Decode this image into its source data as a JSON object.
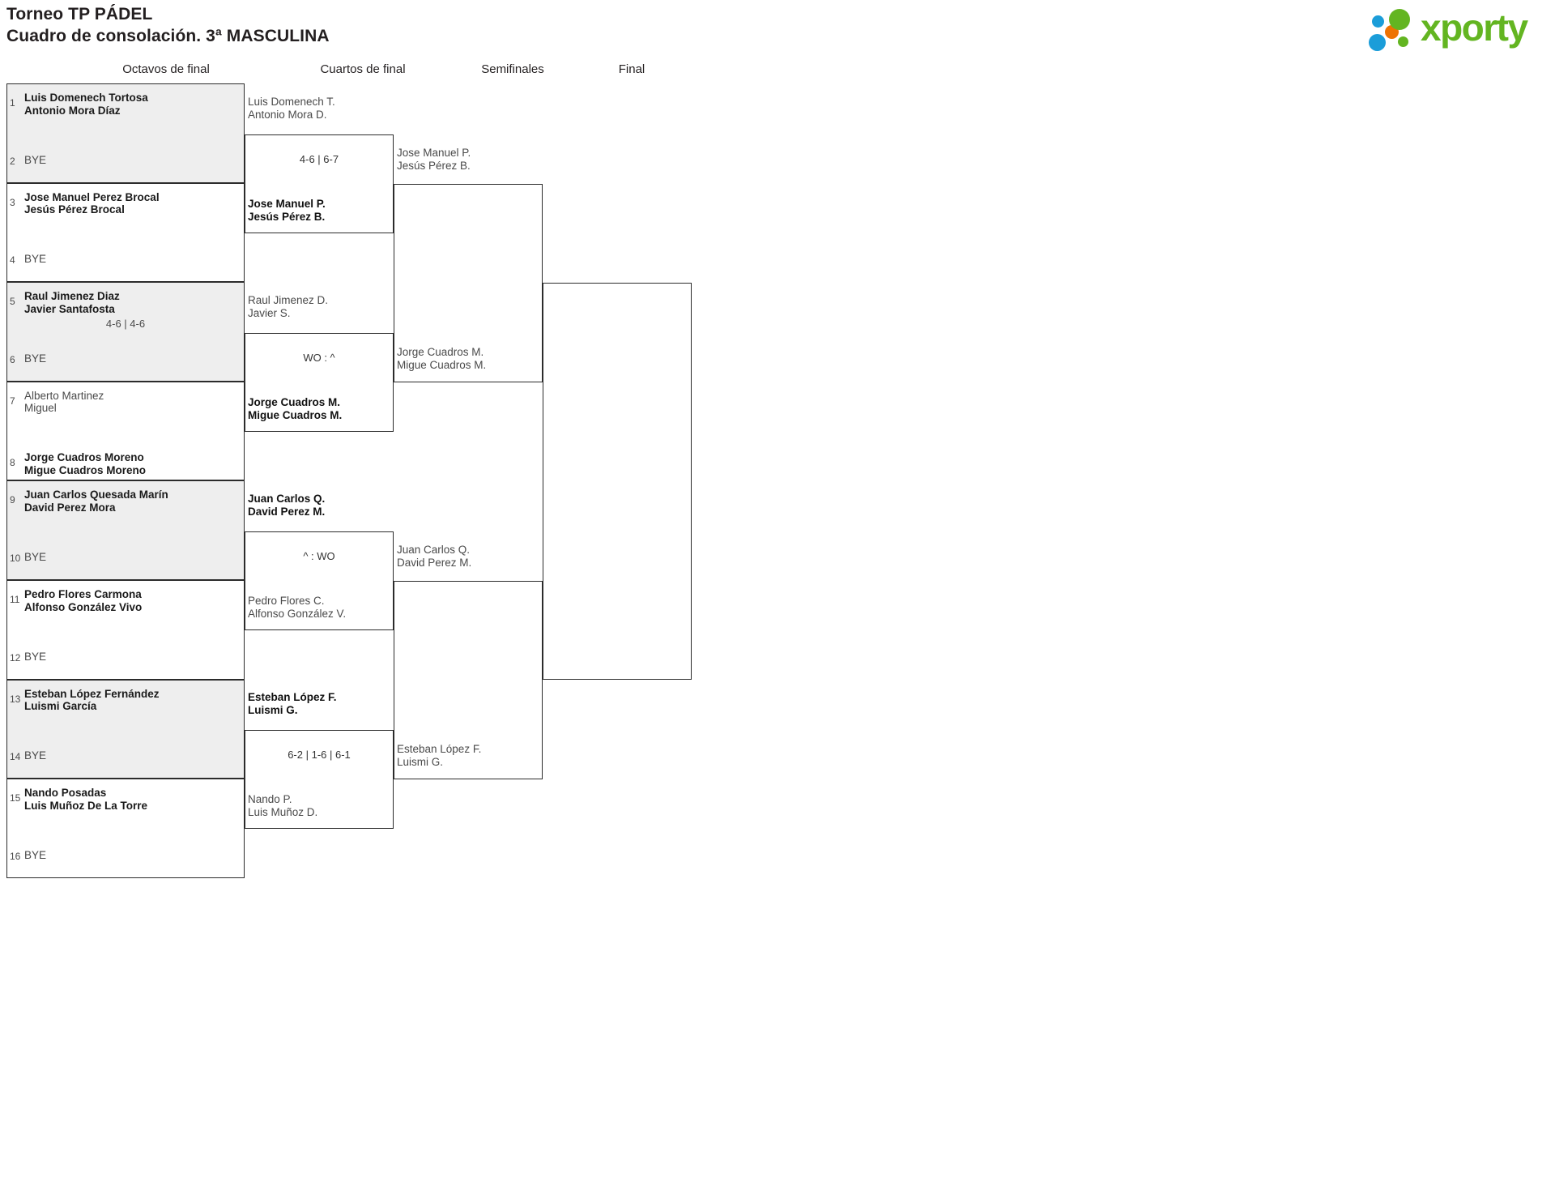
{
  "header": {
    "title_line1": "Torneo TP PÁDEL",
    "title_line2": "Cuadro de consolación. 3ª MASCULINA",
    "logo_text": "xporty",
    "logo_colors": {
      "green": "#63b521",
      "blue": "#1b9dd9",
      "orange": "#ee7302"
    }
  },
  "rounds": [
    {
      "label": "Octavos de final"
    },
    {
      "label": "Cuartos de final"
    },
    {
      "label": "Semifinales"
    },
    {
      "label": "Final"
    }
  ],
  "bye_label": "BYE",
  "round1": {
    "slots": [
      {
        "seed": "1",
        "line1": "Luis Domenech Tortosa",
        "line2": "Antonio Mora Díaz",
        "result": "win",
        "shaded": true
      },
      {
        "seed": "2",
        "bye": true,
        "shaded": true
      },
      {
        "seed": "3",
        "line1": "Jose Manuel Perez Brocal",
        "line2": "Jesús Pérez Brocal",
        "result": "win",
        "shaded": false
      },
      {
        "seed": "4",
        "bye": true,
        "shaded": false
      },
      {
        "seed": "5",
        "line1": "Raul Jimenez Diaz",
        "line2": "Javier Santafosta",
        "result": "win",
        "shaded": true
      },
      {
        "seed": "6",
        "bye": true,
        "shaded": true
      },
      {
        "seed": "7",
        "line1": "Alberto Martinez",
        "line2": "Miguel",
        "result": "lose",
        "shaded": false
      },
      {
        "seed": "8",
        "line1": "Jorge Cuadros Moreno",
        "line2": "Migue Cuadros Moreno",
        "result": "win",
        "shaded": false
      },
      {
        "seed": "9",
        "line1": "Juan Carlos Quesada Marín",
        "line2": "David Perez Mora",
        "result": "win",
        "shaded": true
      },
      {
        "seed": "10",
        "bye": true,
        "shaded": true
      },
      {
        "seed": "11",
        "line1": "Pedro Flores Carmona",
        "line2": "Alfonso González Vivo",
        "result": "win",
        "shaded": false
      },
      {
        "seed": "12",
        "bye": true,
        "shaded": false
      },
      {
        "seed": "13",
        "line1": "Esteban López Fernández",
        "line2": "Luismi García",
        "result": "win",
        "shaded": true
      },
      {
        "seed": "14",
        "bye": true,
        "shaded": true
      },
      {
        "seed": "15",
        "line1": "Nando Posadas",
        "line2": "Luis Muñoz De La Torre",
        "result": "win",
        "shaded": false
      },
      {
        "seed": "16",
        "bye": true,
        "shaded": false
      }
    ],
    "scores": [
      {
        "value": ""
      },
      {
        "value": ""
      },
      {
        "value": "4-6 | 4-6"
      },
      {
        "value": ""
      },
      {
        "value": ""
      },
      {
        "value": ""
      },
      {
        "value": ""
      },
      {
        "value": ""
      }
    ]
  },
  "round2": {
    "matches": [
      {
        "top": {
          "line1": "Luis Domenech T.",
          "line2": "Antonio Mora D.",
          "result": "lose"
        },
        "score": "4-6 | 6-7",
        "bottom": {
          "line1": "Jose Manuel P.",
          "line2": "Jesús Pérez B.",
          "result": "win"
        }
      },
      {
        "top": {
          "line1": "Raul Jimenez D.",
          "line2": "Javier S.",
          "result": "lose"
        },
        "score": "WO : ^",
        "bottom": {
          "line1": "Jorge Cuadros M.",
          "line2": "Migue Cuadros M.",
          "result": "win"
        }
      },
      {
        "top": {
          "line1": "Juan Carlos Q.",
          "line2": "David Perez M.",
          "result": "win"
        },
        "score": "^ : WO",
        "bottom": {
          "line1": "Pedro Flores C.",
          "line2": "Alfonso González V.",
          "result": "lose"
        }
      },
      {
        "top": {
          "line1": "Esteban López F.",
          "line2": "Luismi G.",
          "result": "win"
        },
        "score": "6-2 | 1-6 | 6-1",
        "bottom": {
          "line1": "Nando P.",
          "line2": "Luis Muñoz D.",
          "result": "lose"
        }
      }
    ]
  },
  "round3": {
    "matches": [
      {
        "top": {
          "line1": "Jose Manuel P.",
          "line2": "Jesús Pérez B.",
          "result": "lose"
        },
        "score": "",
        "bottom": {
          "line1": "Jorge Cuadros M.",
          "line2": "Migue Cuadros M.",
          "result": "lose"
        }
      },
      {
        "top": {
          "line1": "Juan Carlos Q.",
          "line2": "David Perez M.",
          "result": "lose"
        },
        "score": "",
        "bottom": {
          "line1": "Esteban López F.",
          "line2": "Luismi G.",
          "result": "lose"
        }
      }
    ]
  },
  "round4": {
    "matches": [
      {
        "top": {
          "line1": "",
          "line2": "",
          "result": "lose"
        },
        "score": "",
        "bottom": {
          "line1": "",
          "line2": "",
          "result": "lose"
        }
      }
    ]
  }
}
